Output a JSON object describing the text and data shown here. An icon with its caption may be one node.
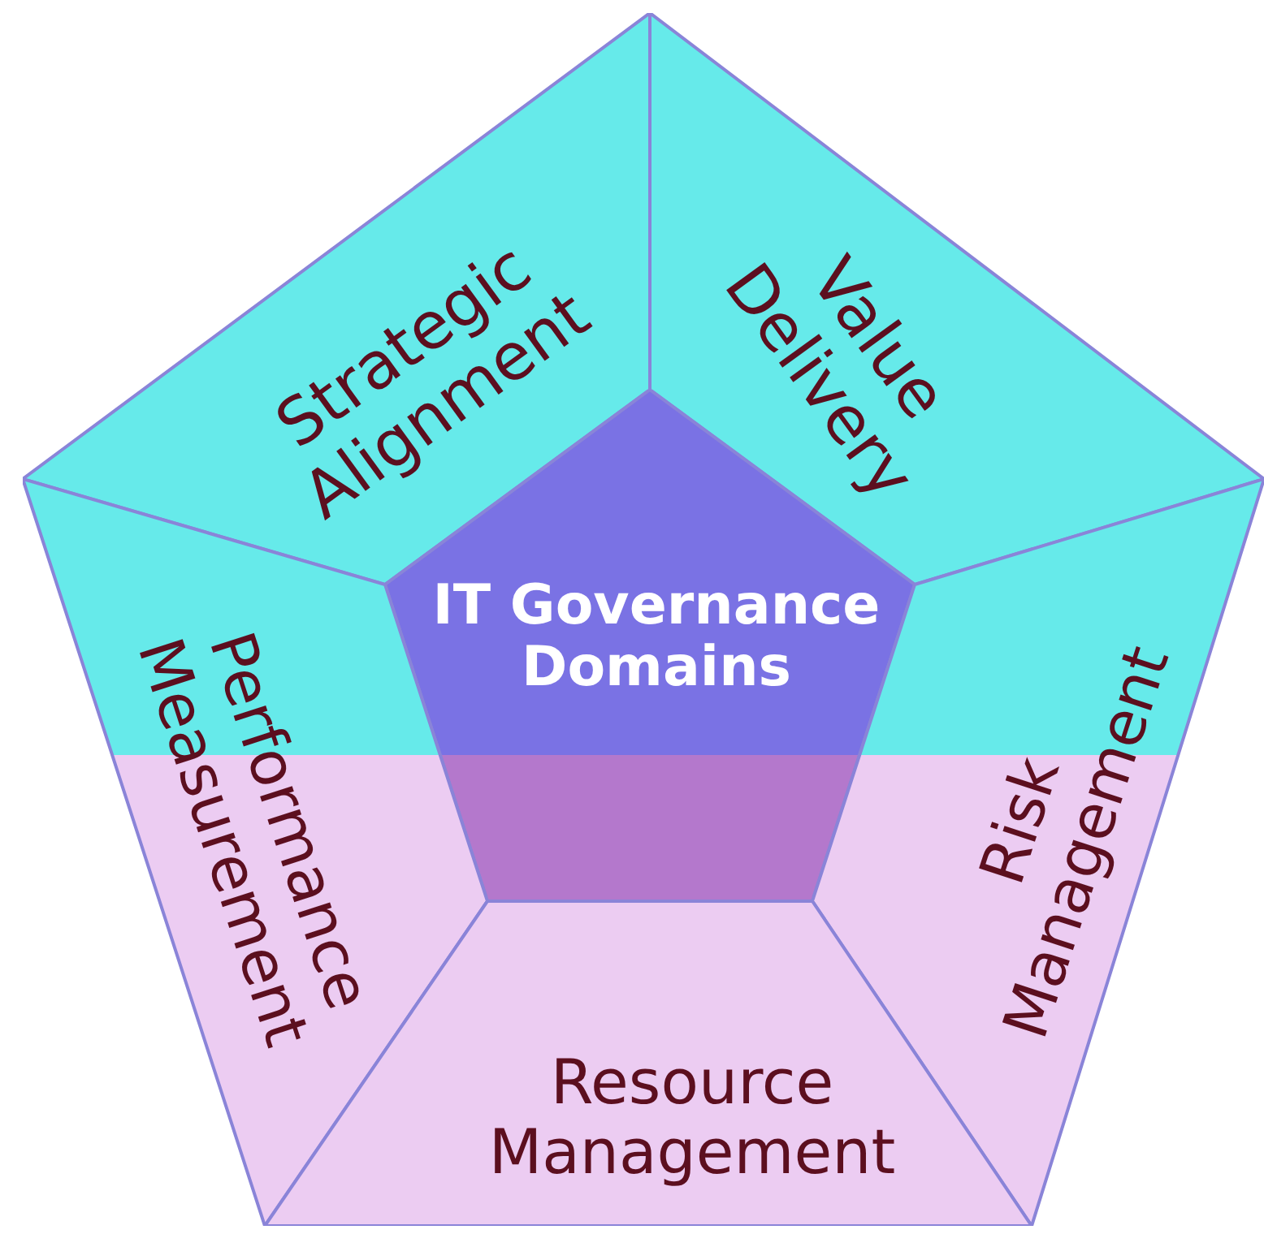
{
  "diagram": {
    "nodes": [
      {
        "text": [
          "Strategic Alignment"
        ]
      },
      {
        "text": [
          "Value Delivery"
        ]
      },
      {
        "text": [
          "IT Governance Domains"
        ]
      },
      {
        "text": [
          "Performance Measurement"
        ]
      },
      {
        "text": [
          "Risk Management"
        ]
      },
      {
        "text": [
          "Resource Management"
        ]
      }
    ],
    "edges": []
  }
}
